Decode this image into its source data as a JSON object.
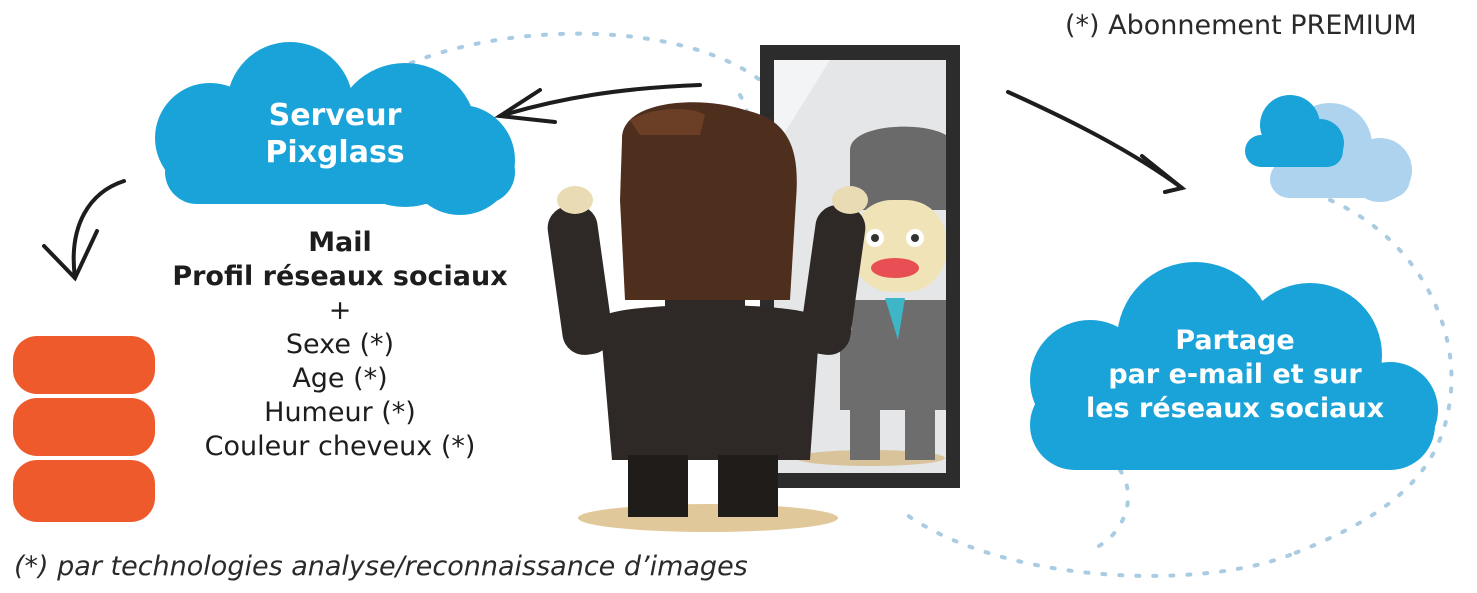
{
  "premium_note": "(*) Abonnement PREMIUM",
  "server_cloud": {
    "line1": "Serveur",
    "line2": "Pixglass"
  },
  "share_cloud": {
    "line1": "Partage",
    "line2": "par e-mail et sur",
    "line3": "les réseaux sociaux"
  },
  "data_list": {
    "bold_items": [
      "Mail",
      "Profil réseaux sociaux"
    ],
    "plus": "+",
    "items": [
      "Sexe (*)",
      "Age (*)",
      "Humeur (*)",
      "Couleur cheveux (*)"
    ]
  },
  "footnote": "(*) par technologies analyse/reconnaissance d’images",
  "colors": {
    "cloud_blue": "#1aa3d9",
    "cloud_light": "#aed3ee",
    "database_orange": "#ee5a2c",
    "mirror_frame": "#2c2c2c",
    "suit": "#2e2926",
    "hair": "#4e2f1d",
    "dotted_path": "#a9cce3"
  },
  "icons": [
    "server-cloud-icon",
    "database-icon",
    "share-cloud-icon",
    "small-cloud-icon",
    "man-at-mirror-illustration"
  ]
}
